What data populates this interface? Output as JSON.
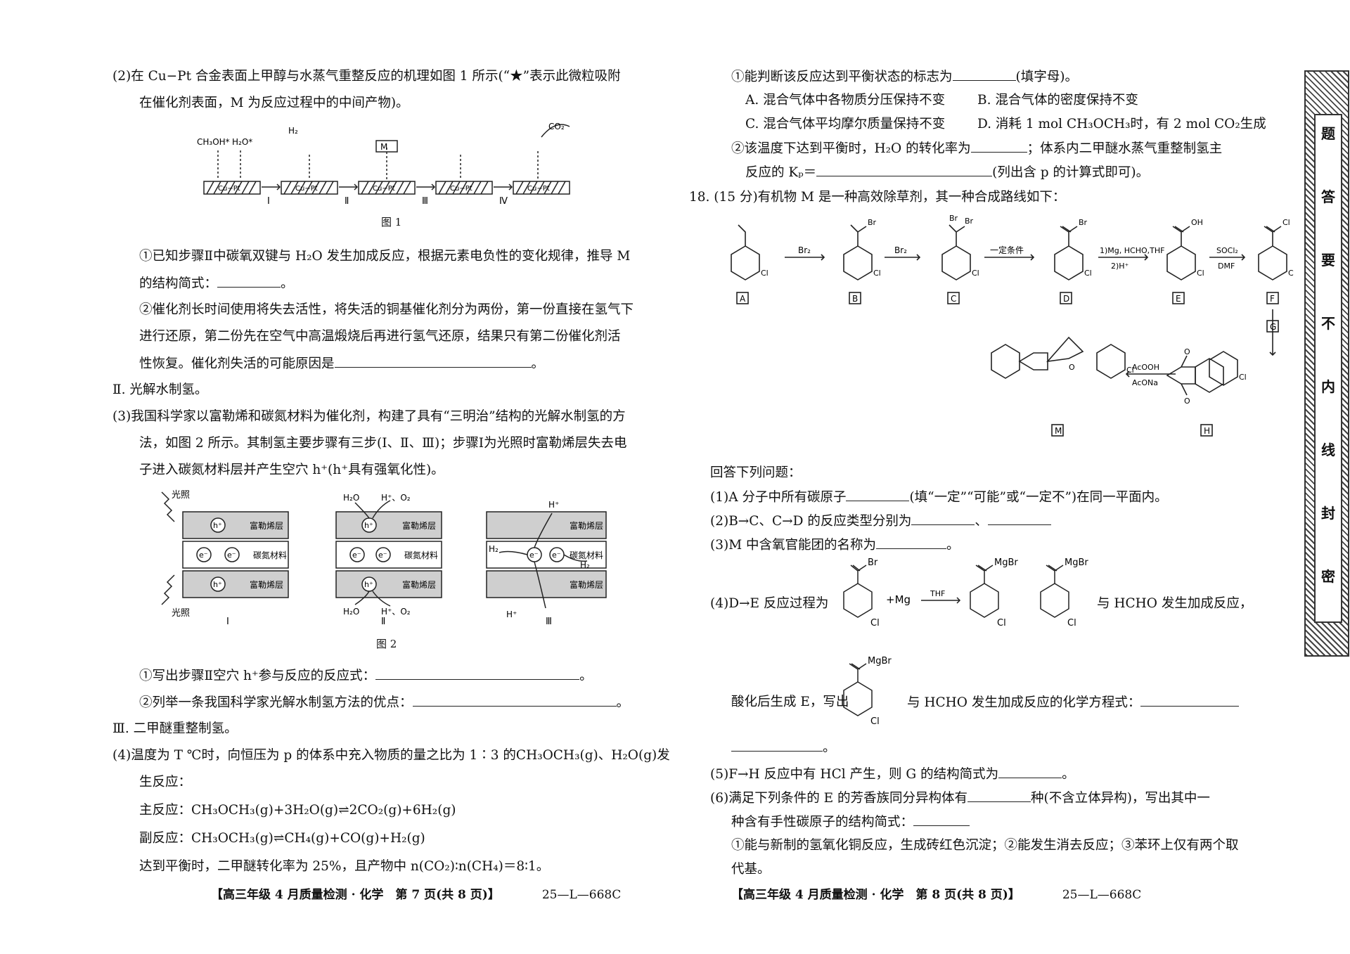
{
  "left": {
    "q2": {
      "l1": "(2)在 Cu−Pt 合金表面上甲醇与水蒸气重整反应的机理如图 1 所示(“★”表示此微粒吸附",
      "l2": "在催化剂表面，M 为反应过程中的中间产物)。",
      "fig_caption": "图 1",
      "fig_labels": {
        "ch3oh": "CH₃OH*",
        "h2o": "H₂O*",
        "h2": "H₂",
        "m": "M",
        "co2": "CO₂",
        "cupt": "Cu−Pt",
        "steps": [
          "Ⅰ",
          "Ⅱ",
          "Ⅲ",
          "Ⅳ"
        ]
      },
      "s1a": "①已知步骤Ⅱ中碳氧双键与 H₂O 发生加成反应，根据元素电负性的变化规律，推导 M",
      "s1b": "的结构简式：",
      "s2a": "②催化剂长时间使用将失去活性，将失活的铜基催化剂分为两份，第一份直接在氢气下",
      "s2b": "进行还原，第二份先在空气中高温煅烧后再进行氢气还原，结果只有第二份催化剂活",
      "s2c": "性恢复。催化剂失活的可能原因是"
    },
    "sec2": "Ⅱ. 光解水制氢。",
    "q3": {
      "l1": "(3)我国科学家以富勒烯和碳氮材料为催化剂，构建了具有“三明治”结构的光解水制氢的方",
      "l2": "法，如图 2 所示。其制氢主要步骤有三步(Ⅰ、Ⅱ、Ⅲ)；步骤Ⅰ为光照时富勒烯层失去电",
      "l3": "子进入碳氮材料层并产生空穴 h⁺(h⁺具有强氧化性)。",
      "fig_caption": "图 2",
      "fig_labels": {
        "light": "光照",
        "fullerene": "富勒烯层",
        "cn": "碳氮材料",
        "hplus": "h⁺",
        "eminus": "e⁻",
        "h2o": "H₂O",
        "hpo2": "H⁺、O₂",
        "hp": "H⁺",
        "h2": "H₂",
        "panels": [
          "Ⅰ",
          "Ⅱ",
          "Ⅲ"
        ]
      },
      "s1": "①写出步骤Ⅱ空穴 h⁺参与反应的反应式：",
      "s2": "②列举一条我国科学家光解水制氢方法的优点："
    },
    "sec3": "Ⅲ. 二甲醚重整制氢。",
    "q4": {
      "l1": "(4)温度为 T ℃时，向恒压为 p 的体系中充入物质的量之比为 1∶3 的CH₃OCH₃(g)、H₂O(g)发",
      "l2": "生反应：",
      "main": "主反应：CH₃OCH₃(g)+3H₂O(g)⇌2CO₂(g)+6H₂(g)",
      "side": "副反应：CH₃OCH₃(g)⇌CH₄(g)+CO(g)+H₂(g)",
      "l3": "达到平衡时，二甲醚转化率为 25%，且产物中 n(CO₂)∶n(CH₄)＝8∶1。"
    },
    "footer": {
      "title": "【高三年级 4 月质量检测 · 化学　第 7 页(共 8 页)】",
      "code": "25—L—668C"
    }
  },
  "right": {
    "q4cont": {
      "s1": "①能判断该反应达到平衡状态的标志为",
      "s1end": "(填字母)。",
      "optA": "A. 混合气体中各物质分压保持不变",
      "optB": "B. 混合气体的密度保持不变",
      "optC": "C. 混合气体平均摩尔质量保持不变",
      "optD": "D. 消耗 1 mol CH₃OCH₃时，有 2 mol CO₂生成",
      "s2a": "②该温度下达到平衡时，H₂O 的转化率为",
      "s2b": "；体系内二甲醚水蒸气重整制氢主",
      "s2c": "反应的 Kₚ＝",
      "s2d": "(列出含 p 的计算式即可)。"
    },
    "q18": {
      "head": "18. (15 分)有机物 M 是一种高效除草剂，其一种合成路线如下：",
      "scheme": {
        "A": "A",
        "B": "B",
        "C": "C",
        "D": "D",
        "E": "E",
        "F": "F",
        "G": "G",
        "H": "H",
        "M": "M",
        "r1": "Br₂",
        "r2": "Br₂",
        "r3": "一定条件",
        "r4a": "1)Mg, HCHO,THF",
        "r4b": "2)H⁺",
        "r5a": "SOCl₂",
        "r5b": "DMF",
        "r6a": "AcOOH",
        "r6b": "AcONa",
        "br": "Br",
        "cl": "Cl",
        "oh": "OH",
        "o": "O"
      },
      "ask": "回答下列问题：",
      "p1": "(1)A 分子中所有碳原子",
      "p1b": "(填“一定”“可能”或“一定不”)在同一平面内。",
      "p2": "(2)B→C、C→D 的反应类型分别为",
      "p2sep": "、",
      "p3": "(3)M 中含氧官能团的名称为",
      "p4a": "(4)D→E 反应过程为",
      "p4plus": "+Mg",
      "p4thf": "THF",
      "p4b": "与 HCHO 发生加成反应，",
      "p4c": "酸化后生成 E，写出",
      "p4d": "与 HCHO 发生加成反应的化学方程式：",
      "mgbr": "MgBr",
      "p5": "(5)F→H 反应中有 HCl 产生，则 G 的结构简式为",
      "p6a": "(6)满足下列条件的 E 的芳香族同分异构体有",
      "p6b": "种(不含立体异构)，写出其中一",
      "p6c": "种含有手性碳原子的结构简式：",
      "p6d": "①能与新制的氢氧化铜反应，生成砖红色沉淀；②能发生消去反应；③苯环上仅有两个取",
      "p6e": "代基。"
    },
    "footer": {
      "title": "【高三年级 4 月质量检测 · 化学　第 8 页(共 8 页)】",
      "code": "25—L—668C"
    }
  },
  "strip": {
    "chars": [
      "题",
      "答",
      "要",
      "不",
      "内",
      "线",
      "封",
      "密"
    ]
  }
}
